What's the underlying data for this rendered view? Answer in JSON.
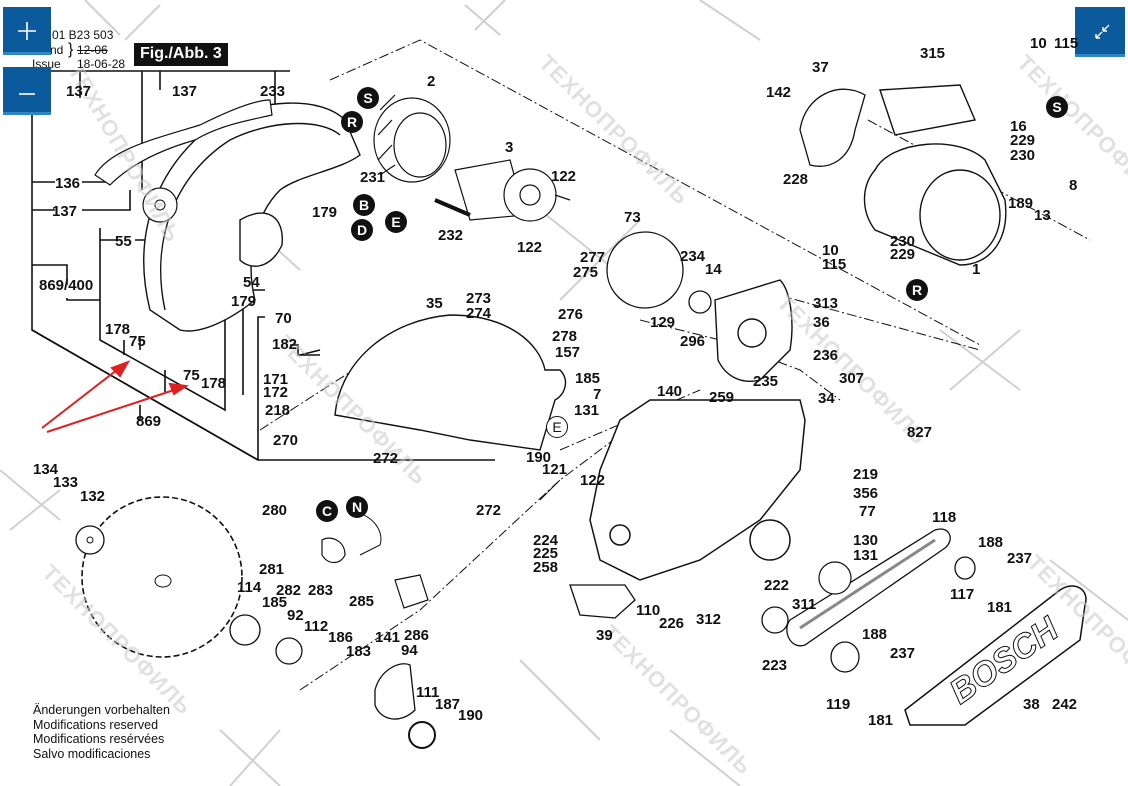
{
  "header": {
    "doc_number": "01 B23 503",
    "stand_label": "nd",
    "stand_date_struck": "12-06",
    "issue_label": "Issue",
    "issue_date": "18-06-28",
    "figure_title": "Fig./Abb. 3"
  },
  "controls": {
    "zoom_in_icon": "plus-icon",
    "zoom_out_icon": "minus-icon",
    "collapse_icon": "collapse-arrows-icon"
  },
  "notes": [
    "Änderungen vorbehalten",
    "Modifications reserved",
    "Modifications resérvées",
    "Salvo modificaciones"
  ],
  "brand_on_cover": "BOSCH",
  "watermark": "ТЕХНОПРОФИЛЬ",
  "callouts_filled": [
    "S",
    "R",
    "B",
    "D",
    "E",
    "S",
    "R",
    "C",
    "N"
  ],
  "callouts_outline": [
    "E"
  ],
  "part_labels": [
    {
      "id": "137a",
      "text": "137"
    },
    {
      "id": "137b",
      "text": "137"
    },
    {
      "id": "233",
      "text": "233"
    },
    {
      "id": "136",
      "text": "136"
    },
    {
      "id": "137c",
      "text": "137"
    },
    {
      "id": "55",
      "text": "55"
    },
    {
      "id": "869_400",
      "text": "869/400"
    },
    {
      "id": "178a",
      "text": "178"
    },
    {
      "id": "75a",
      "text": "75"
    },
    {
      "id": "75b",
      "text": "75"
    },
    {
      "id": "178b",
      "text": "178"
    },
    {
      "id": "869",
      "text": "869"
    },
    {
      "id": "2",
      "text": "2"
    },
    {
      "id": "3",
      "text": "3"
    },
    {
      "id": "231",
      "text": "231"
    },
    {
      "id": "122a",
      "text": "122"
    },
    {
      "id": "232",
      "text": "232"
    },
    {
      "id": "122b",
      "text": "122"
    },
    {
      "id": "179a",
      "text": "179"
    },
    {
      "id": "54",
      "text": "54"
    },
    {
      "id": "179b",
      "text": "179"
    },
    {
      "id": "70",
      "text": "70"
    },
    {
      "id": "35",
      "text": "35"
    },
    {
      "id": "182",
      "text": "182"
    },
    {
      "id": "171",
      "text": "171"
    },
    {
      "id": "172",
      "text": "172"
    },
    {
      "id": "218",
      "text": "218"
    },
    {
      "id": "270",
      "text": "270"
    },
    {
      "id": "272a",
      "text": "272"
    },
    {
      "id": "272b",
      "text": "272"
    },
    {
      "id": "273",
      "text": "273"
    },
    {
      "id": "274",
      "text": "274"
    },
    {
      "id": "276",
      "text": "276"
    },
    {
      "id": "277",
      "text": "277"
    },
    {
      "id": "275",
      "text": "275"
    },
    {
      "id": "278",
      "text": "278"
    },
    {
      "id": "157",
      "text": "157"
    },
    {
      "id": "73",
      "text": "73"
    },
    {
      "id": "234",
      "text": "234"
    },
    {
      "id": "14",
      "text": "14"
    },
    {
      "id": "313",
      "text": "313"
    },
    {
      "id": "36",
      "text": "36"
    },
    {
      "id": "236",
      "text": "236"
    },
    {
      "id": "235",
      "text": "235"
    },
    {
      "id": "307",
      "text": "307"
    },
    {
      "id": "129",
      "text": "129"
    },
    {
      "id": "296",
      "text": "296"
    },
    {
      "id": "185a",
      "text": "185"
    },
    {
      "id": "7",
      "text": "7"
    },
    {
      "id": "140",
      "text": "140"
    },
    {
      "id": "259",
      "text": "259"
    },
    {
      "id": "34",
      "text": "34"
    },
    {
      "id": "131a",
      "text": "131"
    },
    {
      "id": "190a",
      "text": "190"
    },
    {
      "id": "121",
      "text": "121"
    },
    {
      "id": "122c",
      "text": "122"
    },
    {
      "id": "224",
      "text": "224"
    },
    {
      "id": "225",
      "text": "225"
    },
    {
      "id": "258",
      "text": "258"
    },
    {
      "id": "39",
      "text": "39"
    },
    {
      "id": "110",
      "text": "110"
    },
    {
      "id": "226",
      "text": "226"
    },
    {
      "id": "312",
      "text": "312"
    },
    {
      "id": "827",
      "text": "827"
    },
    {
      "id": "219",
      "text": "219"
    },
    {
      "id": "356",
      "text": "356"
    },
    {
      "id": "77",
      "text": "77"
    },
    {
      "id": "130",
      "text": "130"
    },
    {
      "id": "131b",
      "text": "131"
    },
    {
      "id": "222",
      "text": "222"
    },
    {
      "id": "311",
      "text": "311"
    },
    {
      "id": "223",
      "text": "223"
    },
    {
      "id": "118",
      "text": "118"
    },
    {
      "id": "188a",
      "text": "188"
    },
    {
      "id": "237a",
      "text": "237"
    },
    {
      "id": "117",
      "text": "117"
    },
    {
      "id": "181a",
      "text": "181"
    },
    {
      "id": "188b",
      "text": "188"
    },
    {
      "id": "237b",
      "text": "237"
    },
    {
      "id": "119",
      "text": "119"
    },
    {
      "id": "181b",
      "text": "181"
    },
    {
      "id": "38",
      "text": "38"
    },
    {
      "id": "242",
      "text": "242"
    },
    {
      "id": "37",
      "text": "37"
    },
    {
      "id": "315",
      "text": "315"
    },
    {
      "id": "10a",
      "text": "10"
    },
    {
      "id": "115a",
      "text": "115"
    },
    {
      "id": "142",
      "text": "142"
    },
    {
      "id": "16",
      "text": "16"
    },
    {
      "id": "229a",
      "text": "229"
    },
    {
      "id": "230a",
      "text": "230"
    },
    {
      "id": "228",
      "text": "228"
    },
    {
      "id": "8",
      "text": "8"
    },
    {
      "id": "189",
      "text": "189"
    },
    {
      "id": "13",
      "text": "13"
    },
    {
      "id": "10b",
      "text": "10"
    },
    {
      "id": "230b",
      "text": "230"
    },
    {
      "id": "229b",
      "text": "229"
    },
    {
      "id": "115b",
      "text": "115"
    },
    {
      "id": "1",
      "text": "1"
    },
    {
      "id": "134",
      "text": "134"
    },
    {
      "id": "133",
      "text": "133"
    },
    {
      "id": "132",
      "text": "132"
    },
    {
      "id": "280",
      "text": "280"
    },
    {
      "id": "281",
      "text": "281"
    },
    {
      "id": "282",
      "text": "282"
    },
    {
      "id": "283",
      "text": "283"
    },
    {
      "id": "285",
      "text": "285"
    },
    {
      "id": "286",
      "text": "286"
    },
    {
      "id": "114",
      "text": "114"
    },
    {
      "id": "185b",
      "text": "185"
    },
    {
      "id": "92",
      "text": "92"
    },
    {
      "id": "112",
      "text": "112"
    },
    {
      "id": "186",
      "text": "186"
    },
    {
      "id": "183",
      "text": "183"
    },
    {
      "id": "141",
      "text": "141"
    },
    {
      "id": "94",
      "text": "94"
    },
    {
      "id": "111",
      "text": "111"
    },
    {
      "id": "187",
      "text": "187"
    },
    {
      "id": "190b",
      "text": "190"
    }
  ],
  "annotation_color": "#e02020",
  "control_color": "#0b5b9c"
}
